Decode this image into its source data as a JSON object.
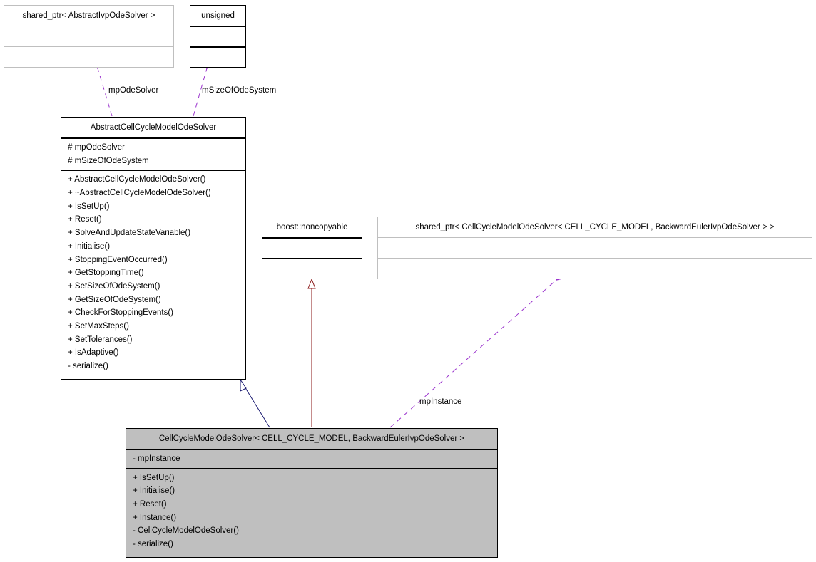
{
  "classes": {
    "shared_ptr_ivp": {
      "title": "shared_ptr< AbstractIvpOdeSolver >",
      "attributes": [],
      "methods": []
    },
    "unsigned": {
      "title": "unsigned",
      "attributes": [],
      "methods": []
    },
    "abstract_solver": {
      "title": "AbstractCellCycleModelOdeSolver",
      "attributes": [
        "# mpOdeSolver",
        "# mSizeOfOdeSystem"
      ],
      "methods": [
        "+ AbstractCellCycleModelOdeSolver()",
        "+ ~AbstractCellCycleModelOdeSolver()",
        "+ IsSetUp()",
        "+ Reset()",
        "+ SolveAndUpdateStateVariable()",
        "+ Initialise()",
        "+ StoppingEventOccurred()",
        "+ GetStoppingTime()",
        "+ SetSizeOfOdeSystem()",
        "+ GetSizeOfOdeSystem()",
        "+ CheckForStoppingEvents()",
        "+ SetMaxSteps()",
        "+ SetTolerances()",
        "+ IsAdaptive()",
        "- serialize()"
      ]
    },
    "noncopyable": {
      "title": "boost::noncopyable",
      "attributes": [],
      "methods": []
    },
    "shared_ptr_ccm": {
      "title": "shared_ptr< CellCycleModelOdeSolver< CELL_CYCLE_MODEL, BackwardEulerIvpOdeSolver > >",
      "attributes": [],
      "methods": []
    },
    "ccm_solver": {
      "title": "CellCycleModelOdeSolver< CELL_CYCLE_MODEL, BackwardEulerIvpOdeSolver >",
      "attributes": [
        "- mpInstance"
      ],
      "methods": [
        "+ IsSetUp()",
        "+ Initialise()",
        "+ Reset()",
        "+ Instance()",
        "- CellCycleModelOdeSolver()",
        "- serialize()"
      ]
    }
  },
  "edges": {
    "mpOdeSolver": "mpOdeSolver",
    "mSizeOfOdeSystem": "mSizeOfOdeSystem",
    "mpInstance": "mpInstance"
  },
  "colors": {
    "usage": "#9a32cd",
    "inheritance": "#191970",
    "private_inheritance": "#8b1a1a",
    "focus_fill": "#bfbfbf",
    "external_border": "#bfbfbf"
  }
}
